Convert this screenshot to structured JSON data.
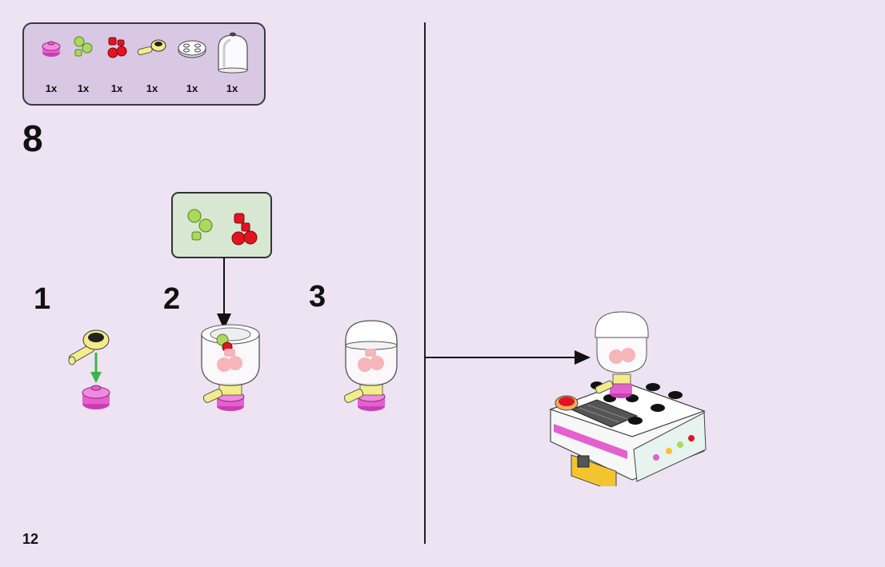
{
  "parts_list": {
    "items": [
      {
        "name": "pink-round-plate",
        "qty": "1x"
      },
      {
        "name": "lime-fruit-piece",
        "qty": "1x"
      },
      {
        "name": "red-cherry-piece",
        "qty": "1x"
      },
      {
        "name": "yellow-handle-piece",
        "qty": "1x"
      },
      {
        "name": "white-round-plate",
        "qty": "1x"
      },
      {
        "name": "transparent-dome",
        "qty": "1x"
      }
    ]
  },
  "step": {
    "number": "8",
    "substeps": [
      "1",
      "2",
      "3"
    ]
  },
  "page_number": "12",
  "colors": {
    "background": "#ede3f2",
    "parts_box": "#d9c8e3",
    "callout_box": "#d7e7d2",
    "pink": "#e55fcf",
    "lime": "#a9d95d",
    "red": "#e3141f",
    "yellow": "#f4ec8a",
    "arrow_green": "#3bb44a"
  }
}
